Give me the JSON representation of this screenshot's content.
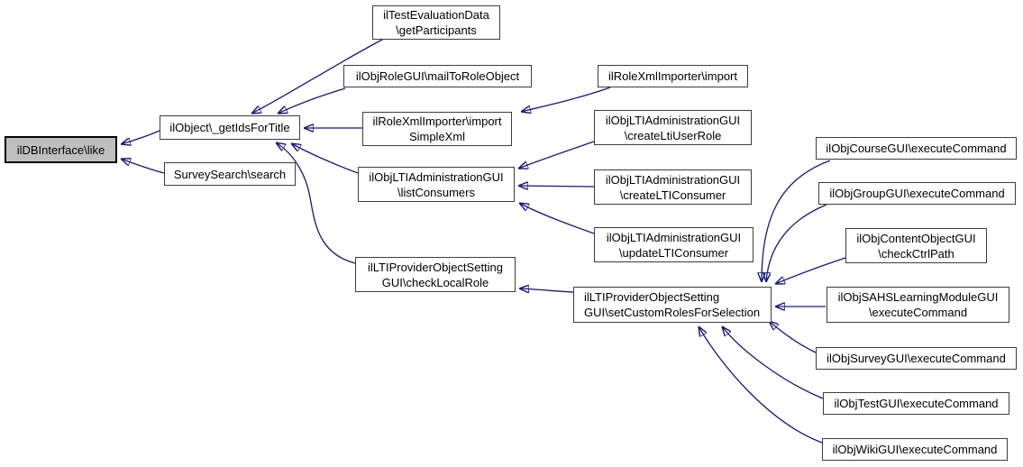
{
  "diagram": {
    "type": "doxygen-caller-graph",
    "colors": {
      "background": "#ffffff",
      "edge": "#191970",
      "node_border": "#3d3d3d",
      "node_fill": "#ffffff",
      "highlight_fill": "#bfbfbf",
      "highlight_border": "#000000",
      "text": "#000000"
    },
    "nodes": {
      "dblike": {
        "label": "ilDBInterface\\like",
        "highlighted": true
      },
      "getIdsForTitle": {
        "label": "ilObject\\_getIdsForTitle"
      },
      "surveySearch": {
        "label": "SurveySearch\\search"
      },
      "getParticipants": {
        "line1": "ilTestEvaluationData",
        "line2": "\\getParticipants"
      },
      "mailToRoleObject": {
        "label": "ilObjRoleGUI\\mailToRoleObject"
      },
      "importSimpleXml": {
        "line1": "ilRoleXmlImporter\\import",
        "line2": "SimpleXml"
      },
      "importXml": {
        "label": "ilRoleXmlImporter\\import"
      },
      "listConsumers": {
        "line1": "ilObjLTIAdministrationGUI",
        "line2": "\\listConsumers"
      },
      "createLtiUserRole": {
        "line1": "ilObjLTIAdministrationGUI",
        "line2": "\\createLtiUserRole"
      },
      "createLTIConsumer": {
        "line1": "ilObjLTIAdministrationGUI",
        "line2": "\\createLTIConsumer"
      },
      "updateLTIConsumer": {
        "line1": "ilObjLTIAdministrationGUI",
        "line2": "\\updateLTIConsumer"
      },
      "checkLocalRole": {
        "line1": "ilLTIProviderObjectSetting",
        "line2": "GUI\\checkLocalRole"
      },
      "setCustomRoles": {
        "line1": "ilLTIProviderObjectSetting",
        "line2": "GUI\\setCustomRolesForSelection"
      },
      "course": {
        "label": "ilObjCourseGUI\\executeCommand"
      },
      "group": {
        "label": "ilObjGroupGUI\\executeCommand"
      },
      "checkCtrlPath": {
        "line1": "ilObjContentObjectGUI",
        "line2": "\\checkCtrlPath"
      },
      "sahs": {
        "line1": "ilObjSAHSLearningModuleGUI",
        "line2": "\\executeCommand"
      },
      "survey": {
        "label": "ilObjSurveyGUI\\executeCommand"
      },
      "test": {
        "label": "ilObjTestGUI\\executeCommand"
      },
      "wiki": {
        "label": "ilObjWikiGUI\\executeCommand"
      }
    },
    "edges": [
      {
        "from": "getIdsForTitle",
        "to": "dblike"
      },
      {
        "from": "surveySearch",
        "to": "dblike"
      },
      {
        "from": "getParticipants",
        "to": "getIdsForTitle"
      },
      {
        "from": "mailToRoleObject",
        "to": "getIdsForTitle"
      },
      {
        "from": "importSimpleXml",
        "to": "getIdsForTitle"
      },
      {
        "from": "importXml",
        "to": "importSimpleXml"
      },
      {
        "from": "listConsumers",
        "to": "getIdsForTitle"
      },
      {
        "from": "checkLocalRole",
        "to": "getIdsForTitle"
      },
      {
        "from": "createLtiUserRole",
        "to": "listConsumers"
      },
      {
        "from": "createLTIConsumer",
        "to": "listConsumers"
      },
      {
        "from": "updateLTIConsumer",
        "to": "listConsumers"
      },
      {
        "from": "setCustomRoles",
        "to": "checkLocalRole"
      },
      {
        "from": "course",
        "to": "setCustomRoles"
      },
      {
        "from": "group",
        "to": "setCustomRoles"
      },
      {
        "from": "checkCtrlPath",
        "to": "setCustomRoles"
      },
      {
        "from": "sahs",
        "to": "setCustomRoles"
      },
      {
        "from": "survey",
        "to": "setCustomRoles"
      },
      {
        "from": "test",
        "to": "setCustomRoles"
      },
      {
        "from": "wiki",
        "to": "setCustomRoles"
      }
    ]
  }
}
